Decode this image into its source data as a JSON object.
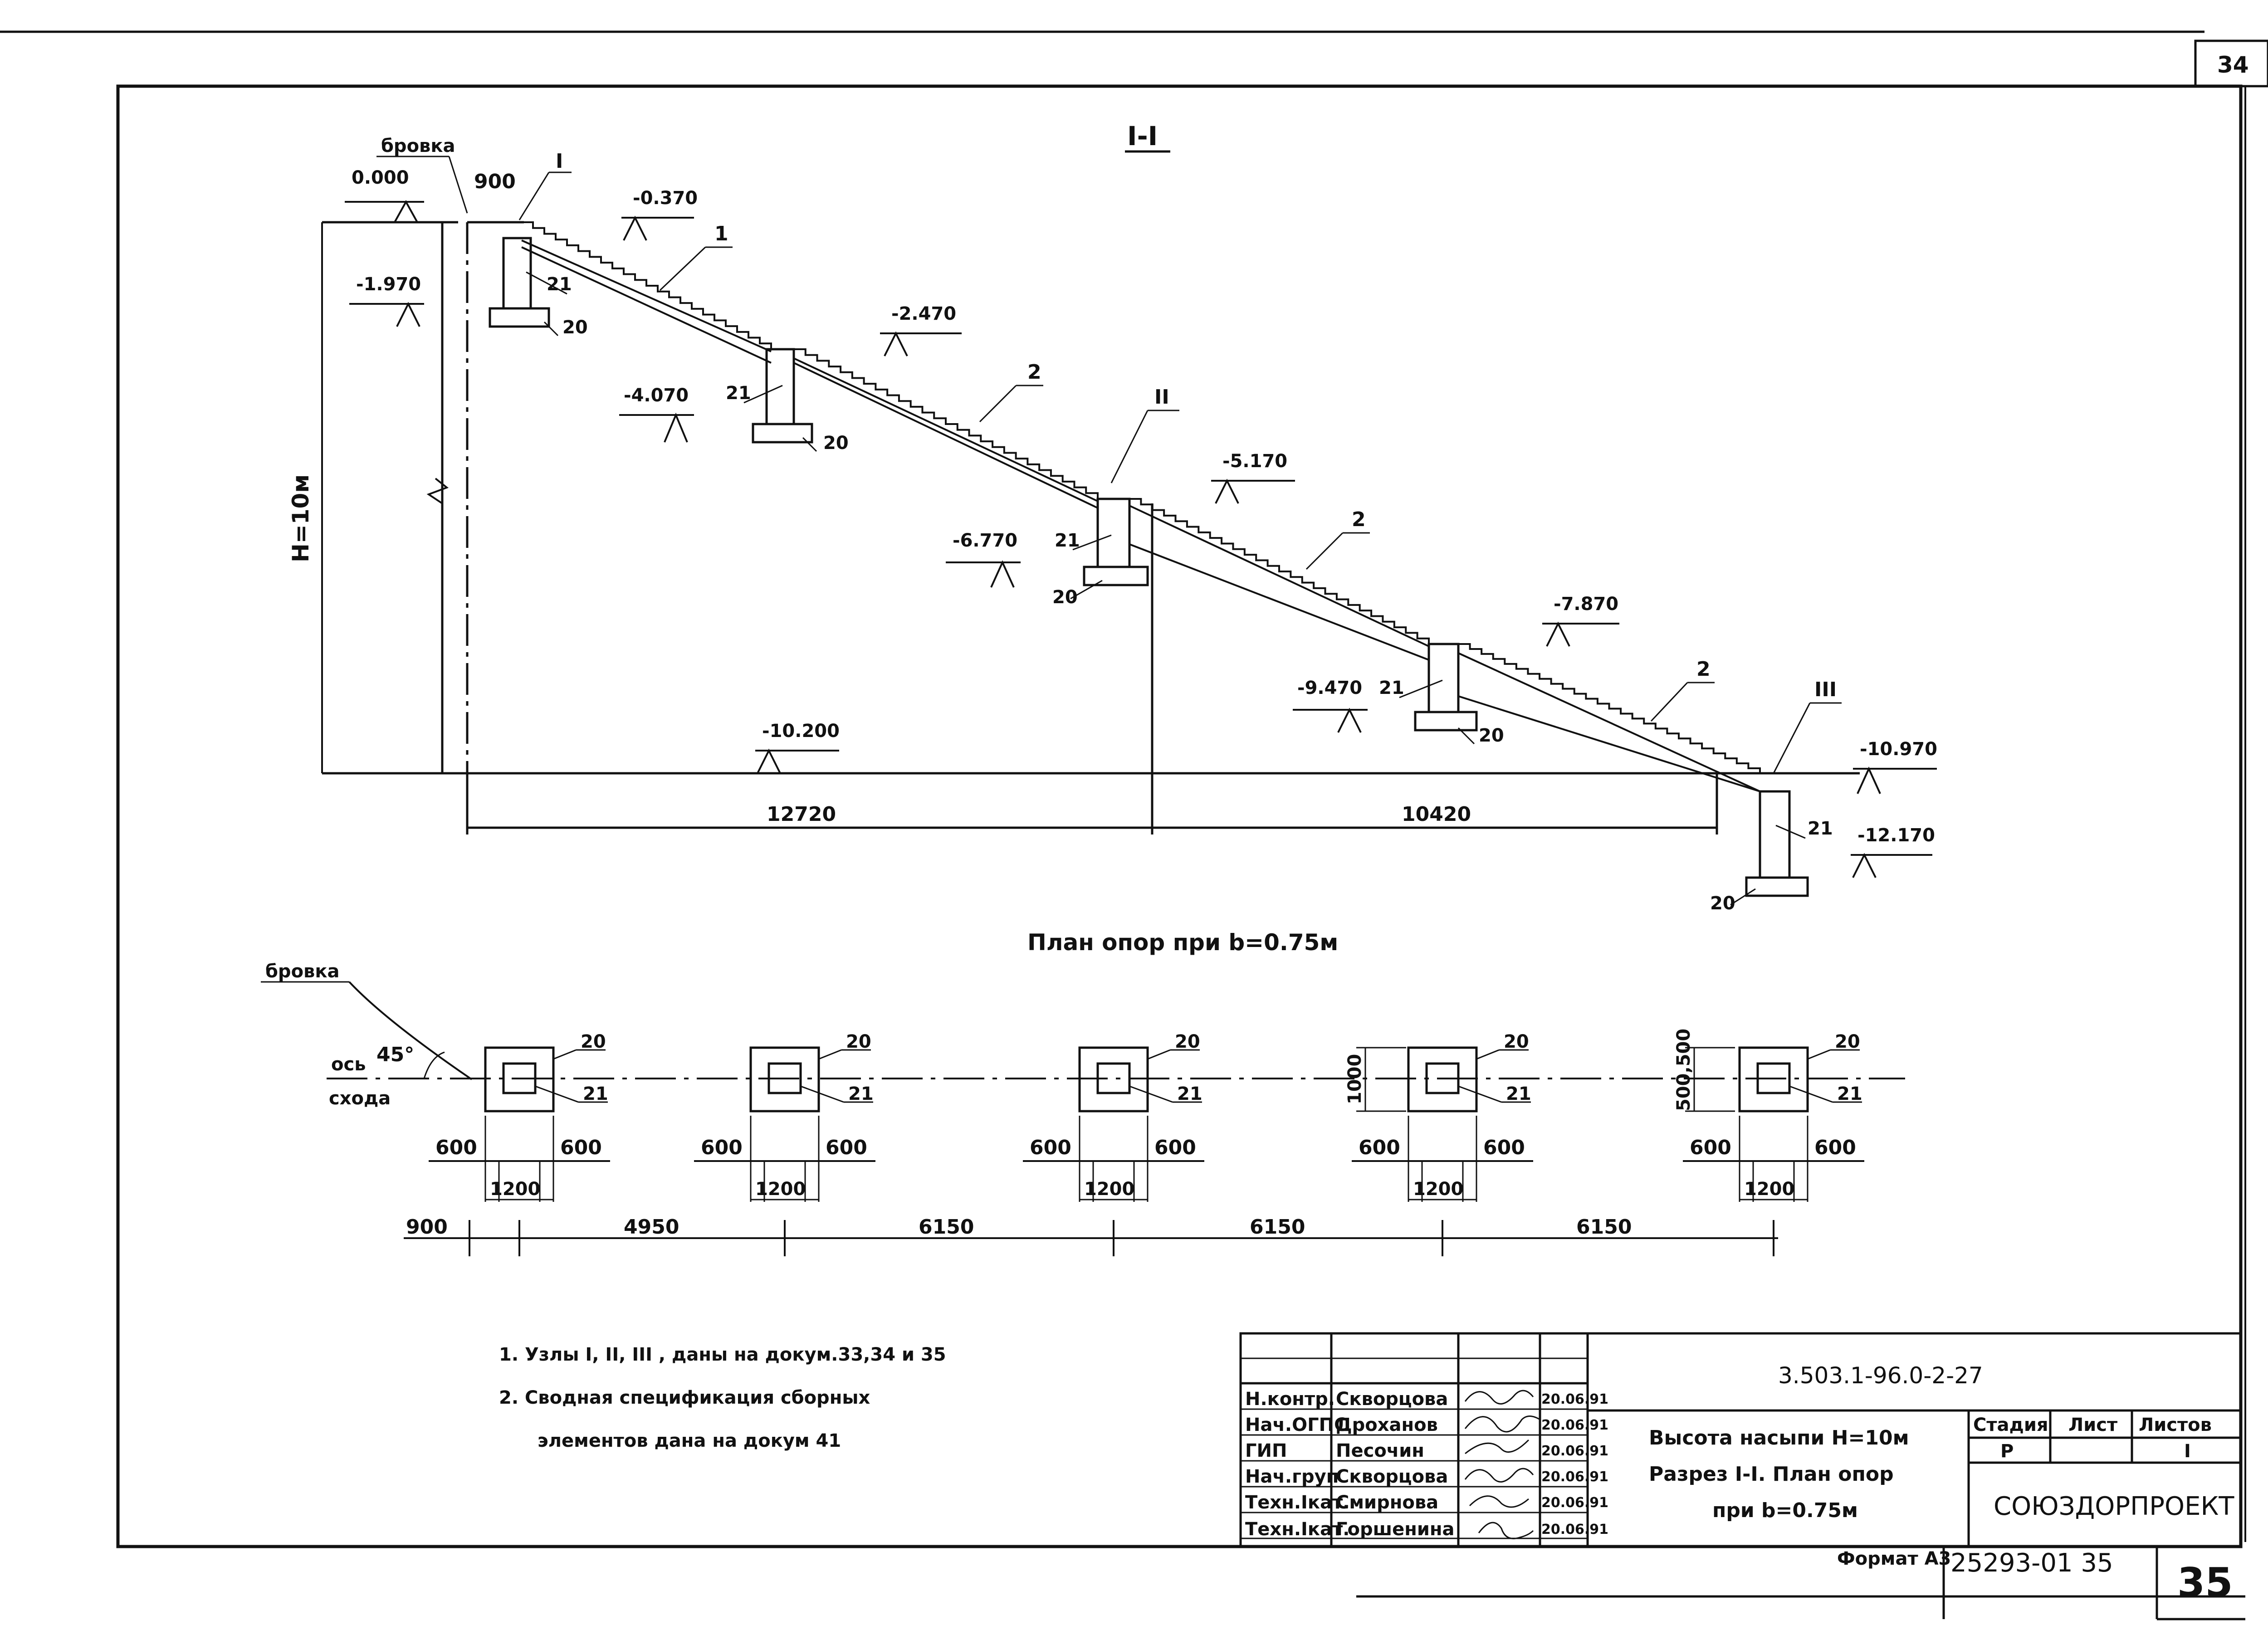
{
  "sheet_number_top": "34",
  "sheet_number_bottom": "35",
  "section": {
    "title": "I-I",
    "brovka": "бровка",
    "top_width": "900",
    "height_label": "H=10м",
    "elevations": [
      "0.000",
      "-0.370",
      "-1.970",
      "-2.470",
      "-4.070",
      "-5.170",
      "-6.770",
      "-7.870",
      "-9.470",
      "-10.200",
      "-10.970",
      "-12.170"
    ],
    "node_labels": [
      "I",
      "II",
      "III"
    ],
    "part_labels": {
      "flight_1": "1",
      "flight_2": "2",
      "support": "21",
      "plate": "20"
    },
    "dims": [
      "12720",
      "10420"
    ]
  },
  "plan": {
    "title": "План опор при b=0.75м",
    "brovka": "бровка",
    "axis_label_1": "ось",
    "axis_label_2": "схода",
    "angle": "45°",
    "part_outer": "20",
    "part_inner": "21",
    "side_dim": "600",
    "base_dim": "1200",
    "vert_dim": "1000",
    "vert_split": "500,500",
    "spacing": [
      "900",
      "4950",
      "6150",
      "6150",
      "6150"
    ]
  },
  "notes": [
    "1. Узлы I, II, III , даны на докум.33,34 и 35",
    "2. Сводная спецификация сборных",
    "элементов дана на докум 41"
  ],
  "title_block": {
    "doc_code": "3.503.1-96.0-2-27",
    "roles": [
      "Н.контр.",
      "Нач.ОГПС",
      "ГИП",
      "Нач.груп",
      "Техн.Iкат.",
      "Техн.Iкат."
    ],
    "names": [
      "Скворцова",
      "Дроханов",
      "Песочин",
      "Скворцова",
      "Смирнова",
      "Горшенина"
    ],
    "dates": [
      "20.06.91",
      "20.06.91",
      "20.06.91",
      "20.06.91",
      "20.06.91",
      "20.06.91"
    ],
    "description_1": "Высота насыпи H=10м",
    "description_2": "Разрез I-I. План опор",
    "description_3": "при b=0.75м",
    "stage_header": "Стадия",
    "sheet_header": "Лист",
    "sheets_header": "Листов",
    "stage_value": "Р",
    "sheets_value": "I",
    "org": "СОЮЗДОРПРОЕКТ",
    "format": "Формат А3",
    "archive_number": "25293-01 35"
  }
}
